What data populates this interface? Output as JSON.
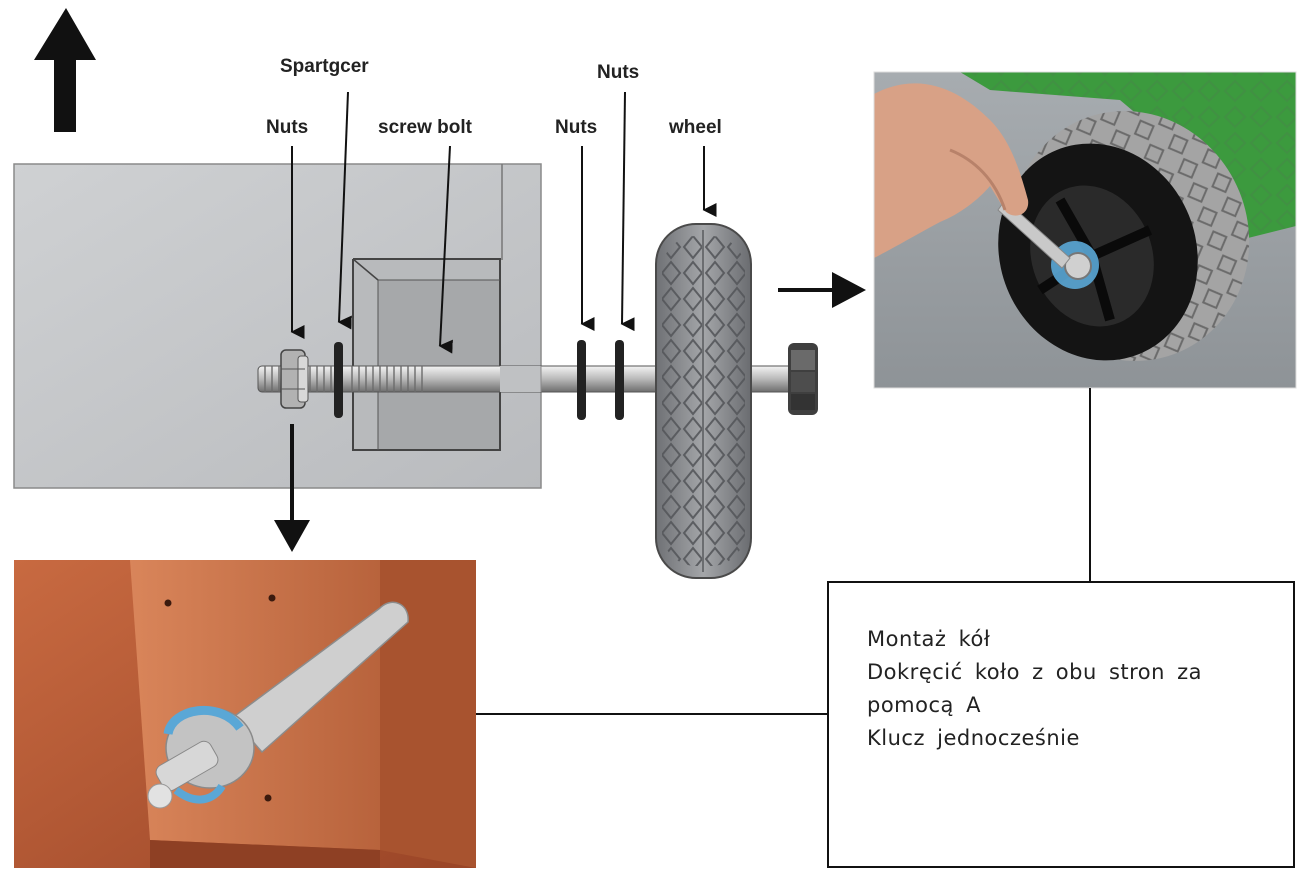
{
  "labels": {
    "spacer": "Spartgcer",
    "nuts_left": "Nuts",
    "screw_bolt": "screw bolt",
    "nuts_mid": "Nuts",
    "nuts_top": "Nuts",
    "wheel": "wheel"
  },
  "note": {
    "line1": "Montaż kół",
    "line2": "Dokręcić koło z obu stron za",
    "line3": "pomocą A",
    "line4": "Klucz jednocześnie"
  },
  "colors": {
    "panel": "#c6c8ca",
    "tire": "#8e9094",
    "wood": "#b85a36",
    "grass": "#3e9a3e",
    "highlight": "#5aa7d6"
  }
}
